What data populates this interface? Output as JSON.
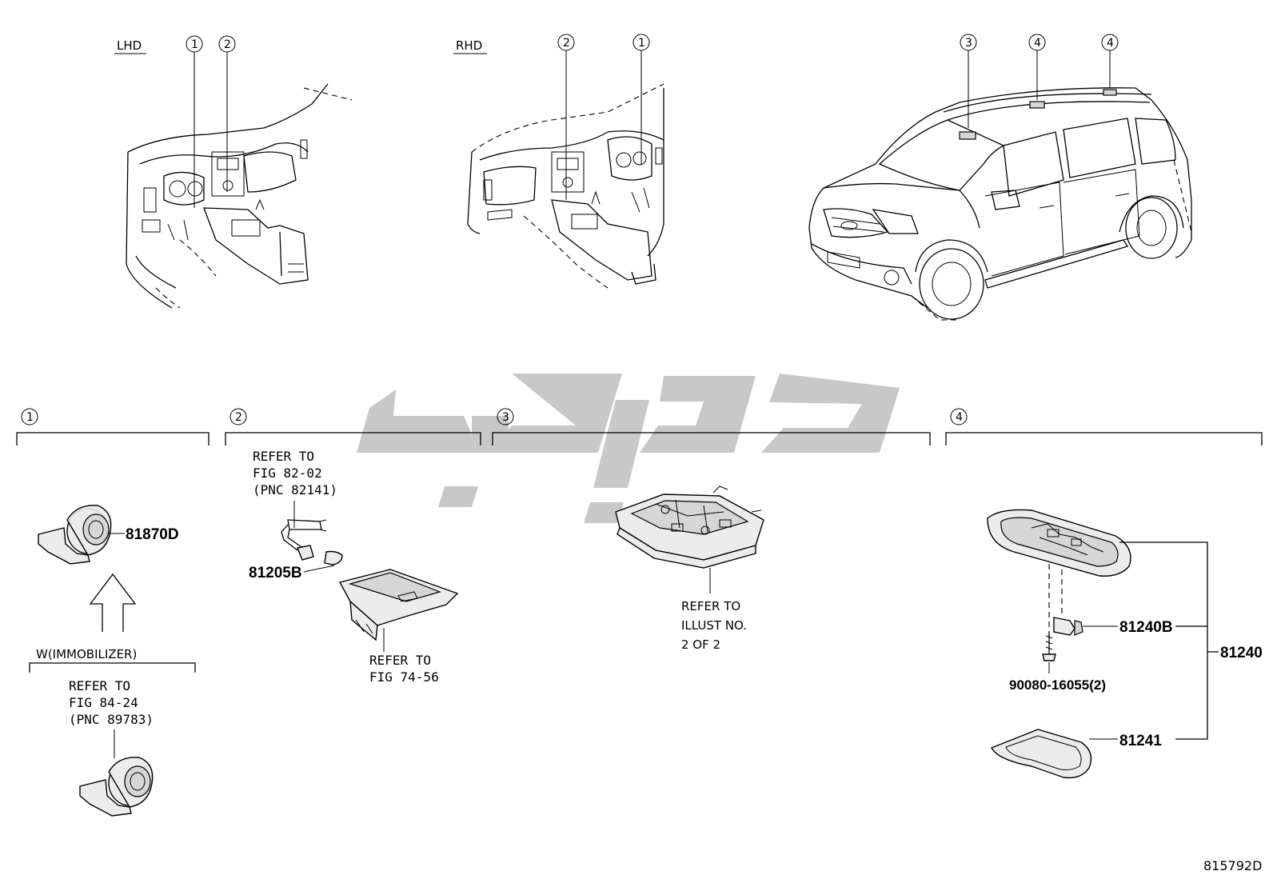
{
  "views": {
    "lhd_label": "LHD",
    "rhd_label": "RHD"
  },
  "callouts": {
    "c1": "1",
    "c2": "2",
    "c3": "3",
    "c4": "4"
  },
  "parts": {
    "p81870D": "81870D",
    "p81205B": "81205B",
    "p81240B": "81240B",
    "p81240": "81240",
    "p81241": "81241",
    "p90080": "90080-16055(2)"
  },
  "notes": {
    "sec2_ref_a": [
      "REFER TO",
      "FIG 82-02",
      "(PNC 82141)"
    ],
    "sec2_ref_b": [
      "REFER TO",
      "FIG 74-56"
    ],
    "sec3_ref": [
      "REFER TO",
      "ILLUST NO.",
      "2 OF 2"
    ],
    "sec1_cond": "W(IMMOBILIZER)",
    "sec1_ref": [
      "REFER TO",
      "FIG 84-24",
      "(PNC 89783)"
    ]
  },
  "figure_id": "815792D",
  "watermark": {
    "color": "#c8c8c8",
    "kind": "logo"
  }
}
